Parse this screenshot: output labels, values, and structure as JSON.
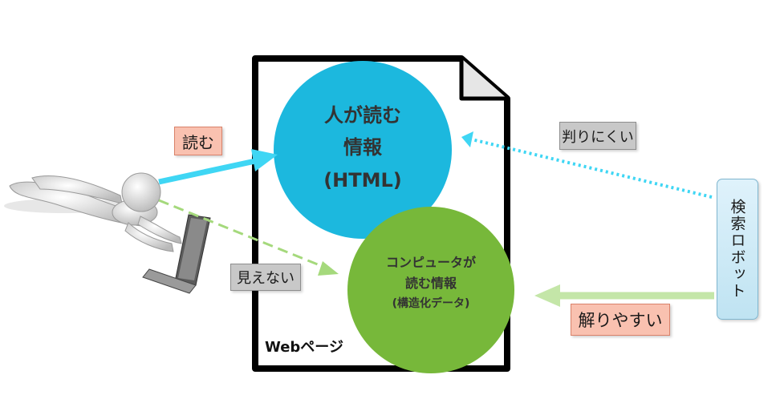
{
  "document": {
    "label": "Webページ"
  },
  "human_circle": {
    "line1": "人が読む",
    "line2": "情報",
    "line3": "(HTML)",
    "color": "#1cb8de"
  },
  "computer_circle": {
    "line1": "コンピュータが",
    "line2": "読む情報",
    "line3": "(構造化データ)",
    "color": "#77b83a"
  },
  "labels": {
    "read": "読む",
    "invisible": "見えない",
    "hard_to_understand": "判りにくい",
    "easy_to_understand": "解りやすい",
    "search_robot": "検索ロボット"
  },
  "colors": {
    "cyan_arrow": "#3fd6f4",
    "green_arrow": "#a5d97c",
    "pink_label": "#f9c1b0",
    "grey_label": "#c8c8c8",
    "robot_box": "#cfeaf6"
  },
  "icons": {
    "figure": "person-with-laptop-icon"
  }
}
